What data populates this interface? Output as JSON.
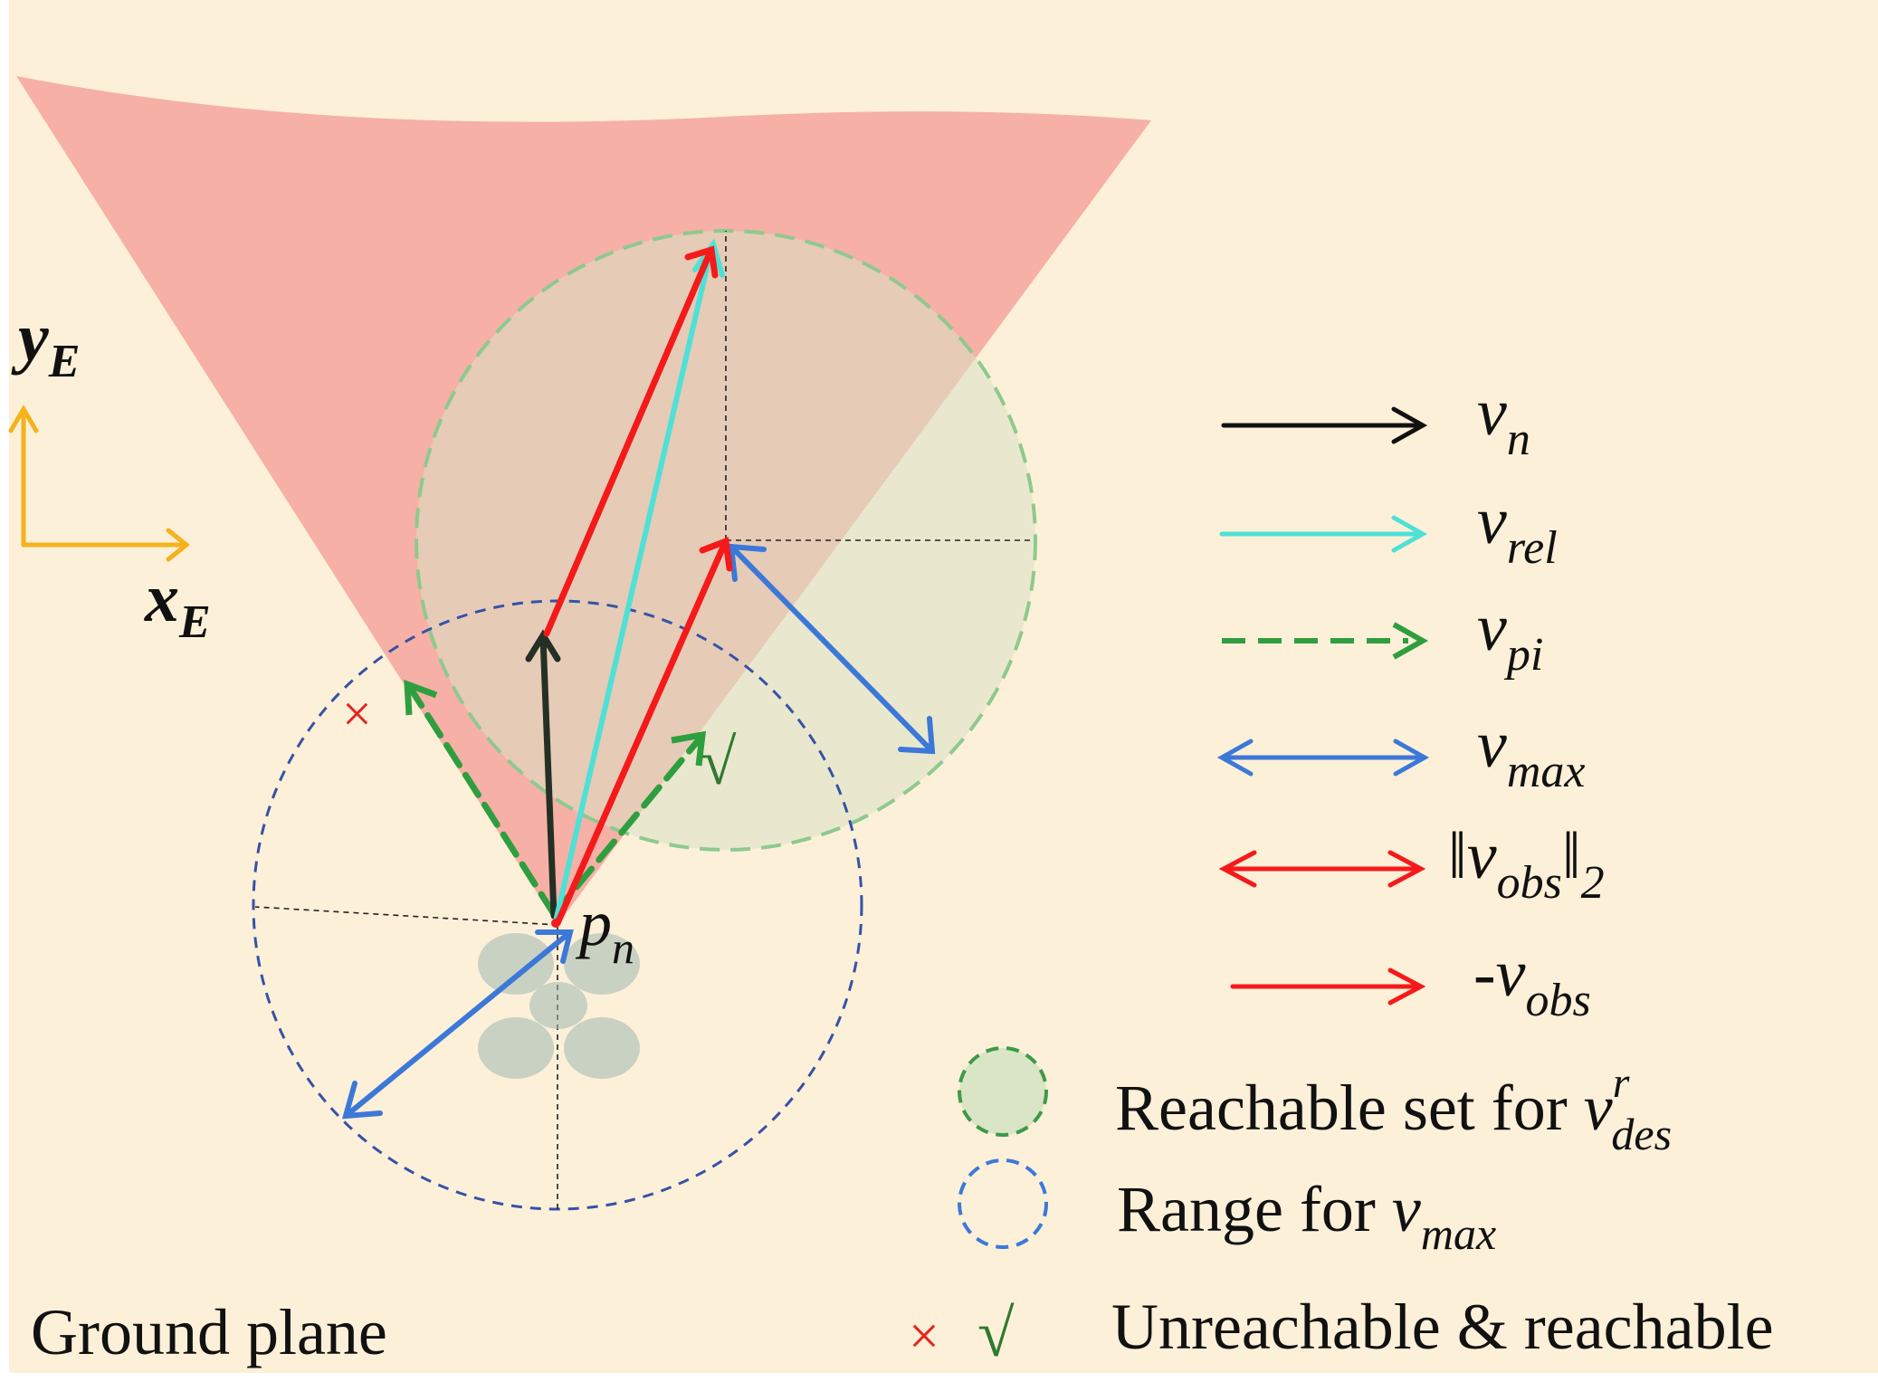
{
  "colors": {
    "background": "#fdf0d9",
    "cone": "#f4a49c",
    "reachable_fill": "#dbe3c6",
    "reachable_stroke": "#8ec98e",
    "range_stroke": "#3552a6",
    "v_n": "#222222",
    "v_rel": "#4fe0d6",
    "v_pi": "#2f9e3f",
    "v_max": "#3c78d8",
    "v_obs": "#f51a1a",
    "axis": "#f5b21c",
    "cross": "#e8221f",
    "check": "#2e7a2e"
  },
  "axes": {
    "y_main": "y",
    "y_sub": "E",
    "x_main": "x",
    "x_sub": "E"
  },
  "point": {
    "main": "p",
    "sub": "n"
  },
  "marks": {
    "cross": "×",
    "check": "√"
  },
  "legend": [
    {
      "key": "v_n",
      "main": "v",
      "sub": "n"
    },
    {
      "key": "v_rel",
      "main": "v",
      "sub": "rel"
    },
    {
      "key": "v_pi",
      "main": "v",
      "sub": "pi"
    },
    {
      "key": "v_max",
      "main": "v",
      "sub": "max"
    },
    {
      "key": "v_obs_norm",
      "pre": "‖",
      "main": "v",
      "sub": "obs",
      "post": "‖",
      "post_sub": "2"
    },
    {
      "key": "neg_v_obs",
      "pre": "-",
      "main": "v",
      "sub": "obs"
    }
  ],
  "legend_sets": [
    {
      "key": "reachable",
      "text": "Reachable set for ",
      "main": "v",
      "sup": "r",
      "sub": "des"
    },
    {
      "key": "range",
      "text": "Range for ",
      "main": "v",
      "sub": "max"
    },
    {
      "key": "marks",
      "cross": "×",
      "check": "√",
      "text": "Unreachable & reachable"
    }
  ],
  "footer": {
    "label": "Ground plane"
  }
}
